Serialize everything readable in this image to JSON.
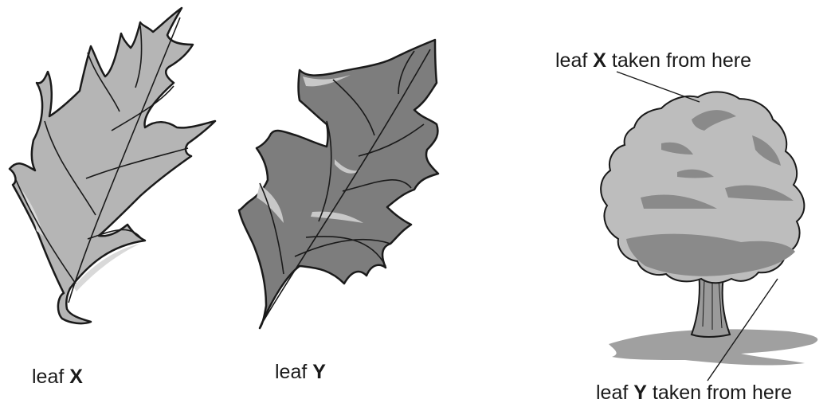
{
  "labels": {
    "leaf_x": {
      "prefix": "leaf ",
      "letter": "X",
      "suffix": ""
    },
    "leaf_y": {
      "prefix": "leaf ",
      "letter": "Y",
      "suffix": ""
    },
    "x_source": {
      "prefix": "leaf ",
      "letter": "X",
      "suffix": " taken from here"
    },
    "y_source": {
      "prefix": "leaf ",
      "letter": "Y",
      "suffix": " taken from here"
    }
  },
  "colors": {
    "leaf_x_fill": "#b5b5b5",
    "leaf_x_highlight": "#d9d9d9",
    "leaf_y_fill": "#7d7d7d",
    "leaf_y_highlight": "#c8c8c8",
    "crown_light": "#bdbdbd",
    "crown_dark": "#8a8a8a",
    "trunk": "#9a9a9a",
    "ground_shadow": "#a0a0a0",
    "outline": "#1a1a1a"
  }
}
